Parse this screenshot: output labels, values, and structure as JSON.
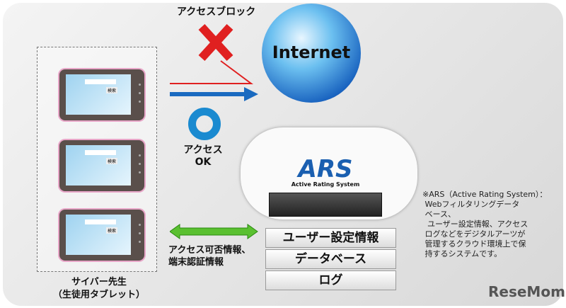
{
  "block_label": "アクセスブロック",
  "internet_label": "Internet",
  "ok_label": [
    "アクセス",
    "OK"
  ],
  "tablet_button": "検索",
  "device_caption": [
    "サイバー先生",
    "（生徒用タブレット）"
  ],
  "exchange_label": [
    "アクセス可否情報、",
    "端末認証情報"
  ],
  "ars_logo": {
    "main": "ARS",
    "sub": "Active Rating System"
  },
  "databases": [
    "ユーザー設定情報",
    "データベース",
    "ログ"
  ],
  "note": "※ARS（Active Rating System）：\n Webフィルタリングデータ\n ベース、\n  ユーザー設定情報、アクセス\n ログなどをデジタルアーツが\n 管理するクラウド環境上で保\n 持するシステムです。",
  "watermark": "ReseMom",
  "colors": {
    "block": "#e02020",
    "ok": "#1a8ad0",
    "arrow": "#1a6ac0",
    "green": "#5ac030"
  }
}
